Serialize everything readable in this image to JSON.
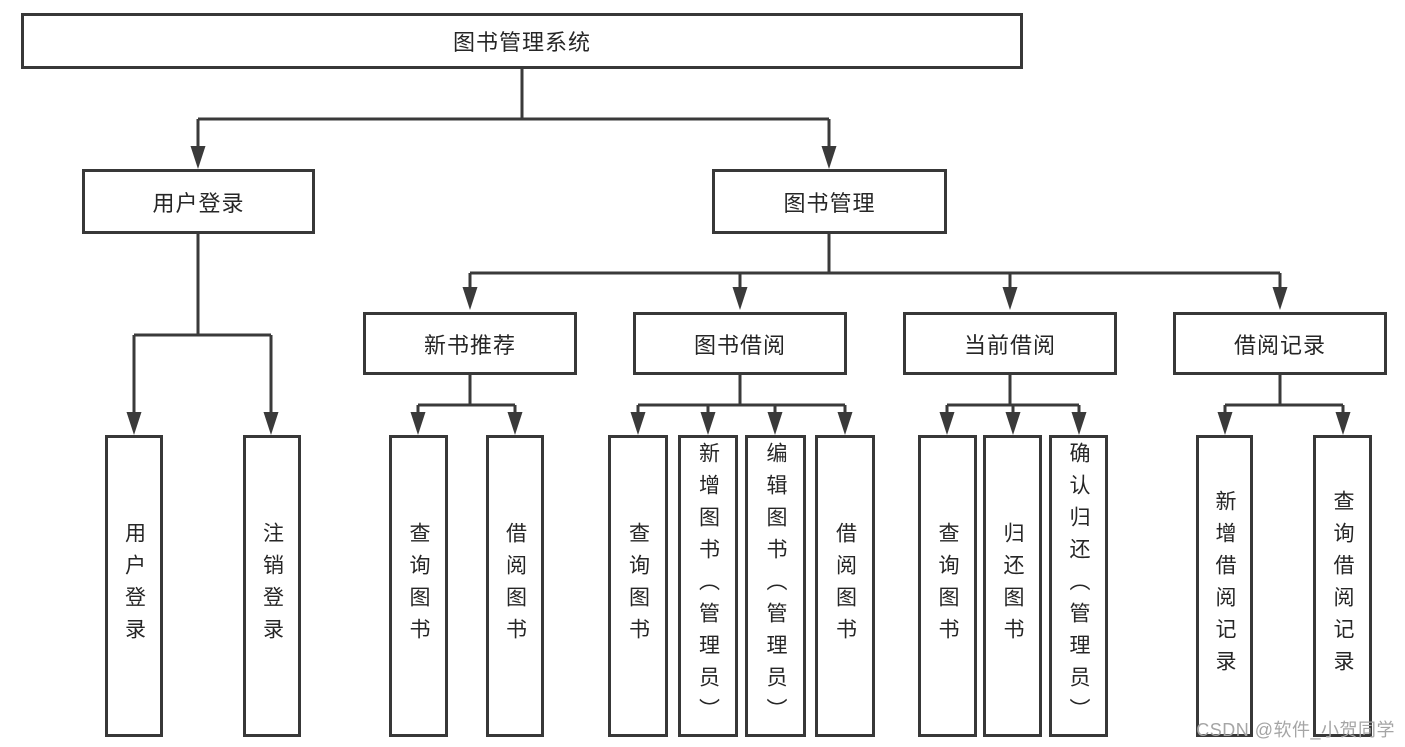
{
  "title": "图书管理系统",
  "branches": [
    {
      "label": "用户登录",
      "children": [
        {
          "label": "用户登录"
        },
        {
          "label": "注销登录"
        }
      ]
    },
    {
      "label": "图书管理",
      "children": [
        {
          "label": "新书推荐",
          "children": [
            {
              "label": "查询图书"
            },
            {
              "label": "借阅图书"
            }
          ]
        },
        {
          "label": "图书借阅",
          "children": [
            {
              "label": "查询图书"
            },
            {
              "label": "新增图书（管理员）"
            },
            {
              "label": "编辑图书（管理员）"
            },
            {
              "label": "借阅图书"
            }
          ]
        },
        {
          "label": "当前借阅",
          "children": [
            {
              "label": "查询图书"
            },
            {
              "label": "归还图书"
            },
            {
              "label": "确认归还（管理员）"
            }
          ]
        },
        {
          "label": "借阅记录",
          "children": [
            {
              "label": "新增借阅记录"
            },
            {
              "label": "查询借阅记录"
            }
          ]
        }
      ]
    }
  ],
  "watermark": "CSDN @软件_小贺同学",
  "colors": {
    "line": "#3a3a3a",
    "text": "#262626",
    "watermark": "#a5a5a5"
  }
}
